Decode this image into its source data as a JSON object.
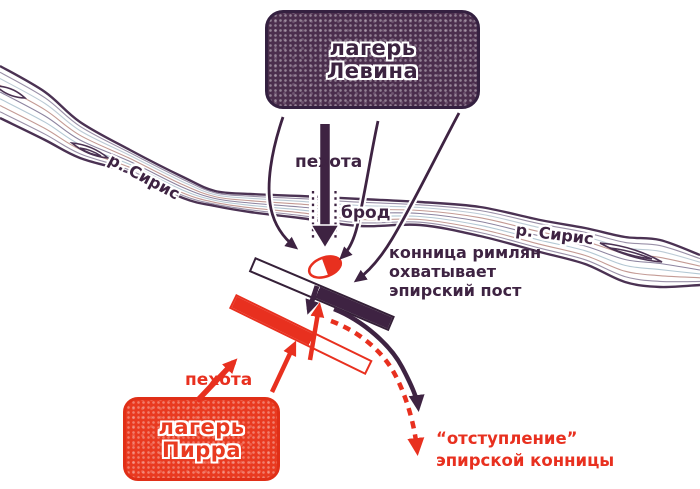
{
  "colors": {
    "dark_purple": "#3E2342",
    "red": "#E8301F",
    "river_edge": "#4B3253",
    "river_blue": "#B4C8D4"
  },
  "camps": {
    "laevinus": {
      "line1": "лагерь",
      "line2": "Левина"
    },
    "pyrrhus": {
      "line1": "лагерь",
      "line2": "Пирра"
    }
  },
  "river": {
    "name_left": "р. Сирис",
    "name_right": "р. Сирис"
  },
  "annotations": {
    "infantry_north": "пехота",
    "ford": "брод",
    "roman_cavalry": [
      "конница римлян",
      "охватывает",
      "эпирский пост"
    ],
    "infantry_south": "пехота",
    "retreat": [
      "“отступление”",
      "эпирской конницы"
    ]
  }
}
